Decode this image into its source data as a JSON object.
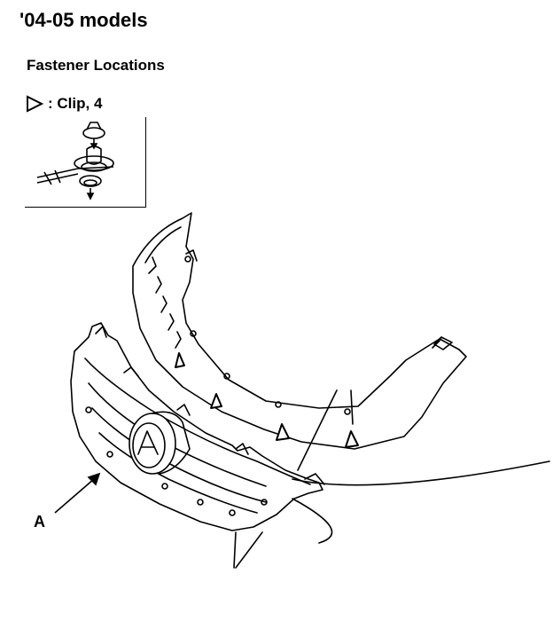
{
  "header": {
    "title": "'04-05 models",
    "subtitle": "Fastener Locations"
  },
  "legend": {
    "symbol_icon": "triangle-outline-icon",
    "label": ": Clip, 4"
  },
  "callouts": {
    "part_a": "A"
  }
}
